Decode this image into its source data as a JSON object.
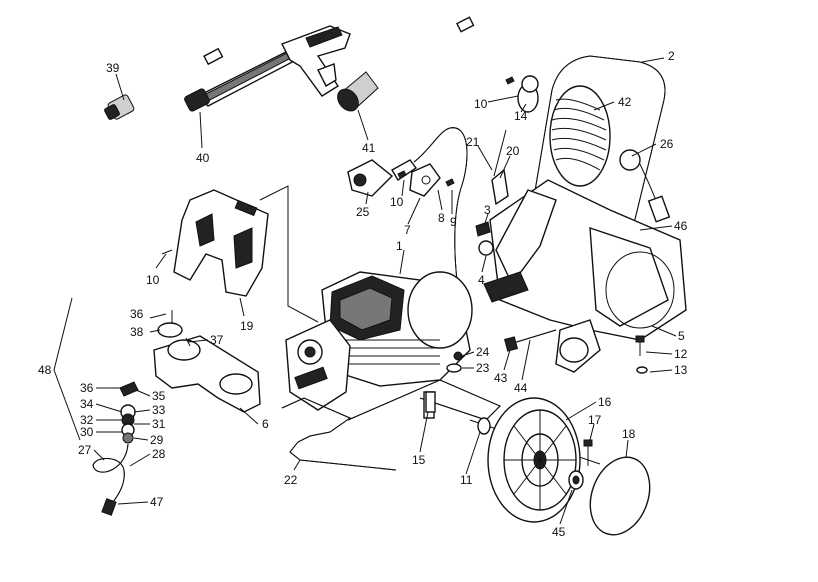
{
  "diagram": {
    "callouts": [
      {
        "id": "c39",
        "text": "39"
      },
      {
        "id": "c40",
        "text": "40"
      },
      {
        "id": "c41",
        "text": "41"
      },
      {
        "id": "c2",
        "text": "2"
      },
      {
        "id": "c42",
        "text": "42"
      },
      {
        "id": "c26",
        "text": "26"
      },
      {
        "id": "c10a",
        "text": "10"
      },
      {
        "id": "c14",
        "text": "14"
      },
      {
        "id": "c21",
        "text": "21"
      },
      {
        "id": "c20",
        "text": "20"
      },
      {
        "id": "c3",
        "text": "3"
      },
      {
        "id": "c4",
        "text": "4"
      },
      {
        "id": "c46",
        "text": "46"
      },
      {
        "id": "c25",
        "text": "25"
      },
      {
        "id": "c10b",
        "text": "10"
      },
      {
        "id": "c7",
        "text": "7"
      },
      {
        "id": "c8",
        "text": "8"
      },
      {
        "id": "c9",
        "text": "9"
      },
      {
        "id": "c1",
        "text": "1"
      },
      {
        "id": "c10c",
        "text": "10"
      },
      {
        "id": "c19",
        "text": "19"
      },
      {
        "id": "c36a",
        "text": "36"
      },
      {
        "id": "c38",
        "text": "38"
      },
      {
        "id": "c37",
        "text": "37"
      },
      {
        "id": "c48",
        "text": "48"
      },
      {
        "id": "c36b",
        "text": "36"
      },
      {
        "id": "c35",
        "text": "35"
      },
      {
        "id": "c34",
        "text": "34"
      },
      {
        "id": "c33",
        "text": "33"
      },
      {
        "id": "c32",
        "text": "32"
      },
      {
        "id": "c31",
        "text": "31"
      },
      {
        "id": "c30",
        "text": "30"
      },
      {
        "id": "c29",
        "text": "29"
      },
      {
        "id": "c27",
        "text": "27"
      },
      {
        "id": "c28",
        "text": "28"
      },
      {
        "id": "c47",
        "text": "47"
      },
      {
        "id": "c6",
        "text": "6"
      },
      {
        "id": "c22",
        "text": "22"
      },
      {
        "id": "c15",
        "text": "15"
      },
      {
        "id": "c24",
        "text": "24"
      },
      {
        "id": "c23",
        "text": "23"
      },
      {
        "id": "c43",
        "text": "43"
      },
      {
        "id": "c44",
        "text": "44"
      },
      {
        "id": "c5",
        "text": "5"
      },
      {
        "id": "c12",
        "text": "12"
      },
      {
        "id": "c13",
        "text": "13"
      },
      {
        "id": "c16",
        "text": "16"
      },
      {
        "id": "c17",
        "text": "17"
      },
      {
        "id": "c18",
        "text": "18"
      },
      {
        "id": "c11",
        "text": "11"
      },
      {
        "id": "c45",
        "text": "45"
      }
    ]
  }
}
